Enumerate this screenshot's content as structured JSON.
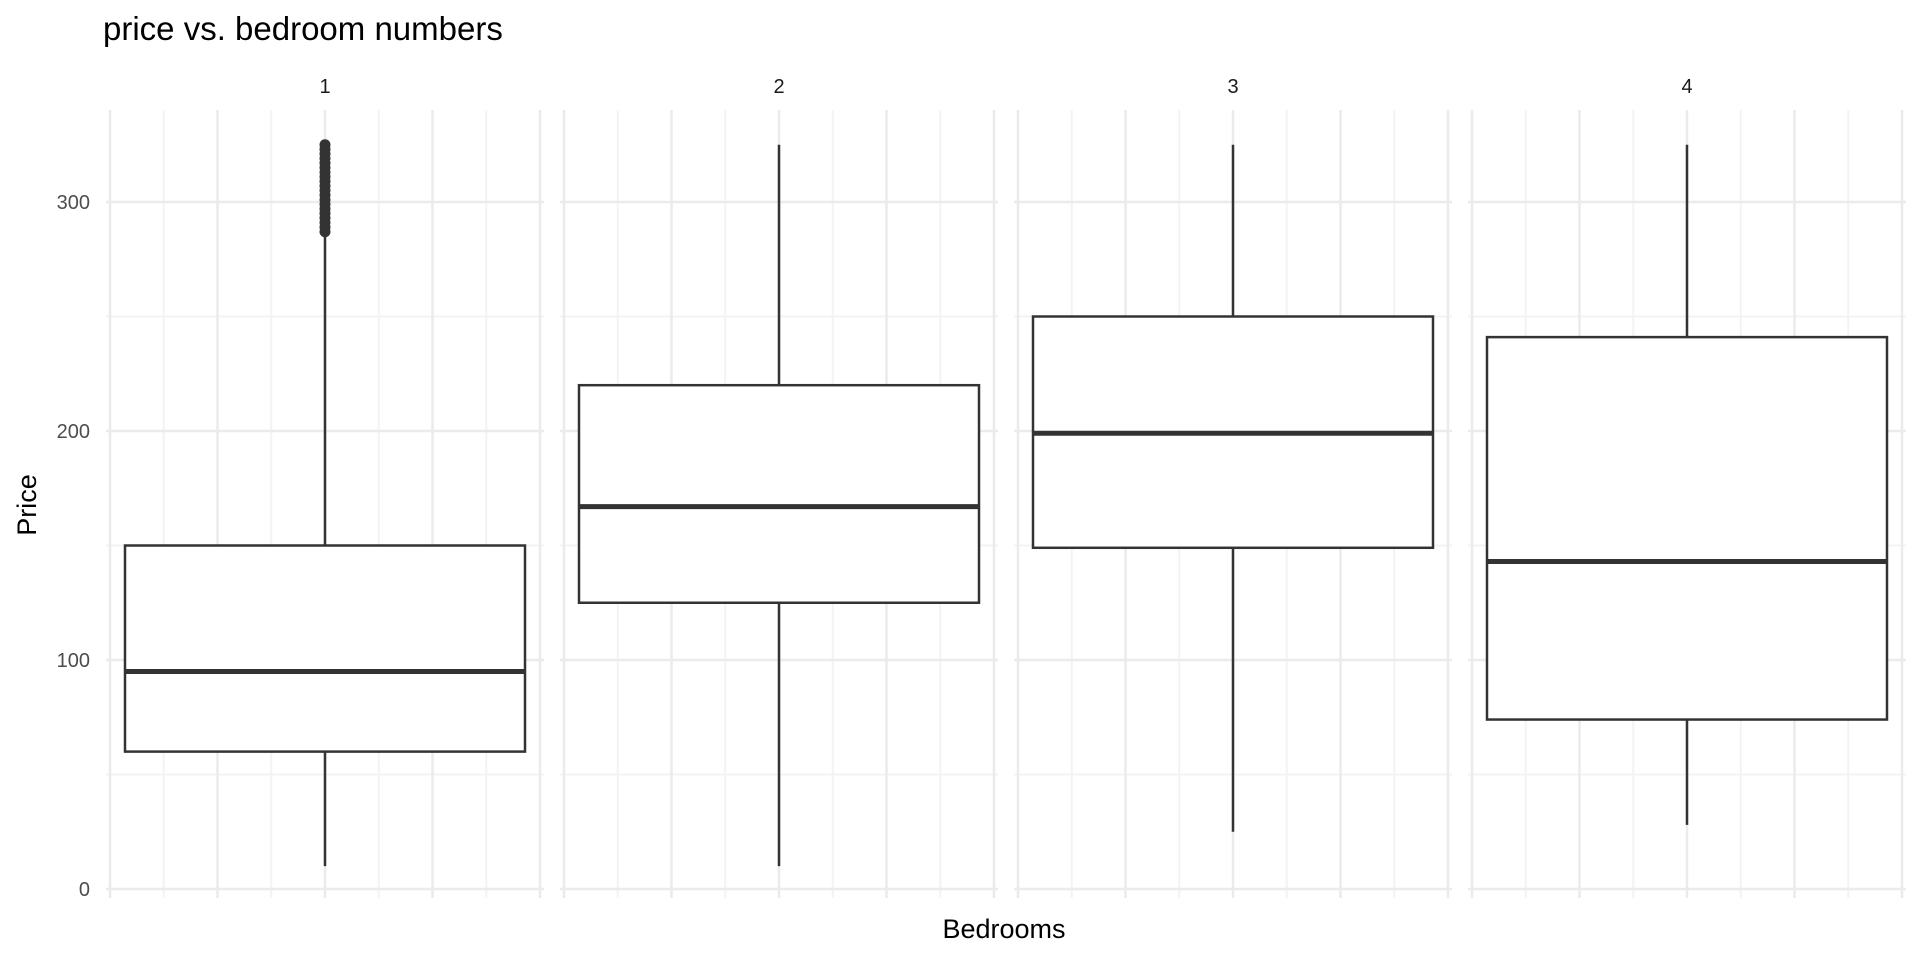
{
  "chart_data": {
    "type": "boxplot",
    "title": "price vs. bedroom numbers",
    "xlabel": "Bedrooms",
    "ylabel": "Price",
    "ylim": [
      0,
      345
    ],
    "yticks": [
      0,
      100,
      200,
      300
    ],
    "grid": true,
    "facet_by": "Bedrooms",
    "panels": [
      {
        "label": "1",
        "whisker_low": 10,
        "q1": 60,
        "median": 95,
        "q3": 150,
        "whisker_high": 285,
        "outliers": [
          287,
          289,
          291,
          293,
          295,
          297,
          299,
          301,
          303,
          305,
          307,
          309,
          311,
          313,
          315,
          317,
          319,
          321,
          323,
          325
        ]
      },
      {
        "label": "2",
        "whisker_low": 10,
        "q1": 125,
        "median": 167,
        "q3": 220,
        "whisker_high": 325,
        "outliers": []
      },
      {
        "label": "3",
        "whisker_low": 25,
        "q1": 149,
        "median": 199,
        "q3": 250,
        "whisker_high": 325,
        "outliers": []
      },
      {
        "label": "4",
        "whisker_low": 28,
        "q1": 74,
        "median": 143,
        "q3": 241,
        "whisker_high": 325,
        "outliers": []
      }
    ]
  },
  "colors": {
    "grid_major": "#ebebeb",
    "grid_minor": "#f3f3f3",
    "box_line": "#333333",
    "box_fill": "#ffffff",
    "outlier": "#333333"
  }
}
